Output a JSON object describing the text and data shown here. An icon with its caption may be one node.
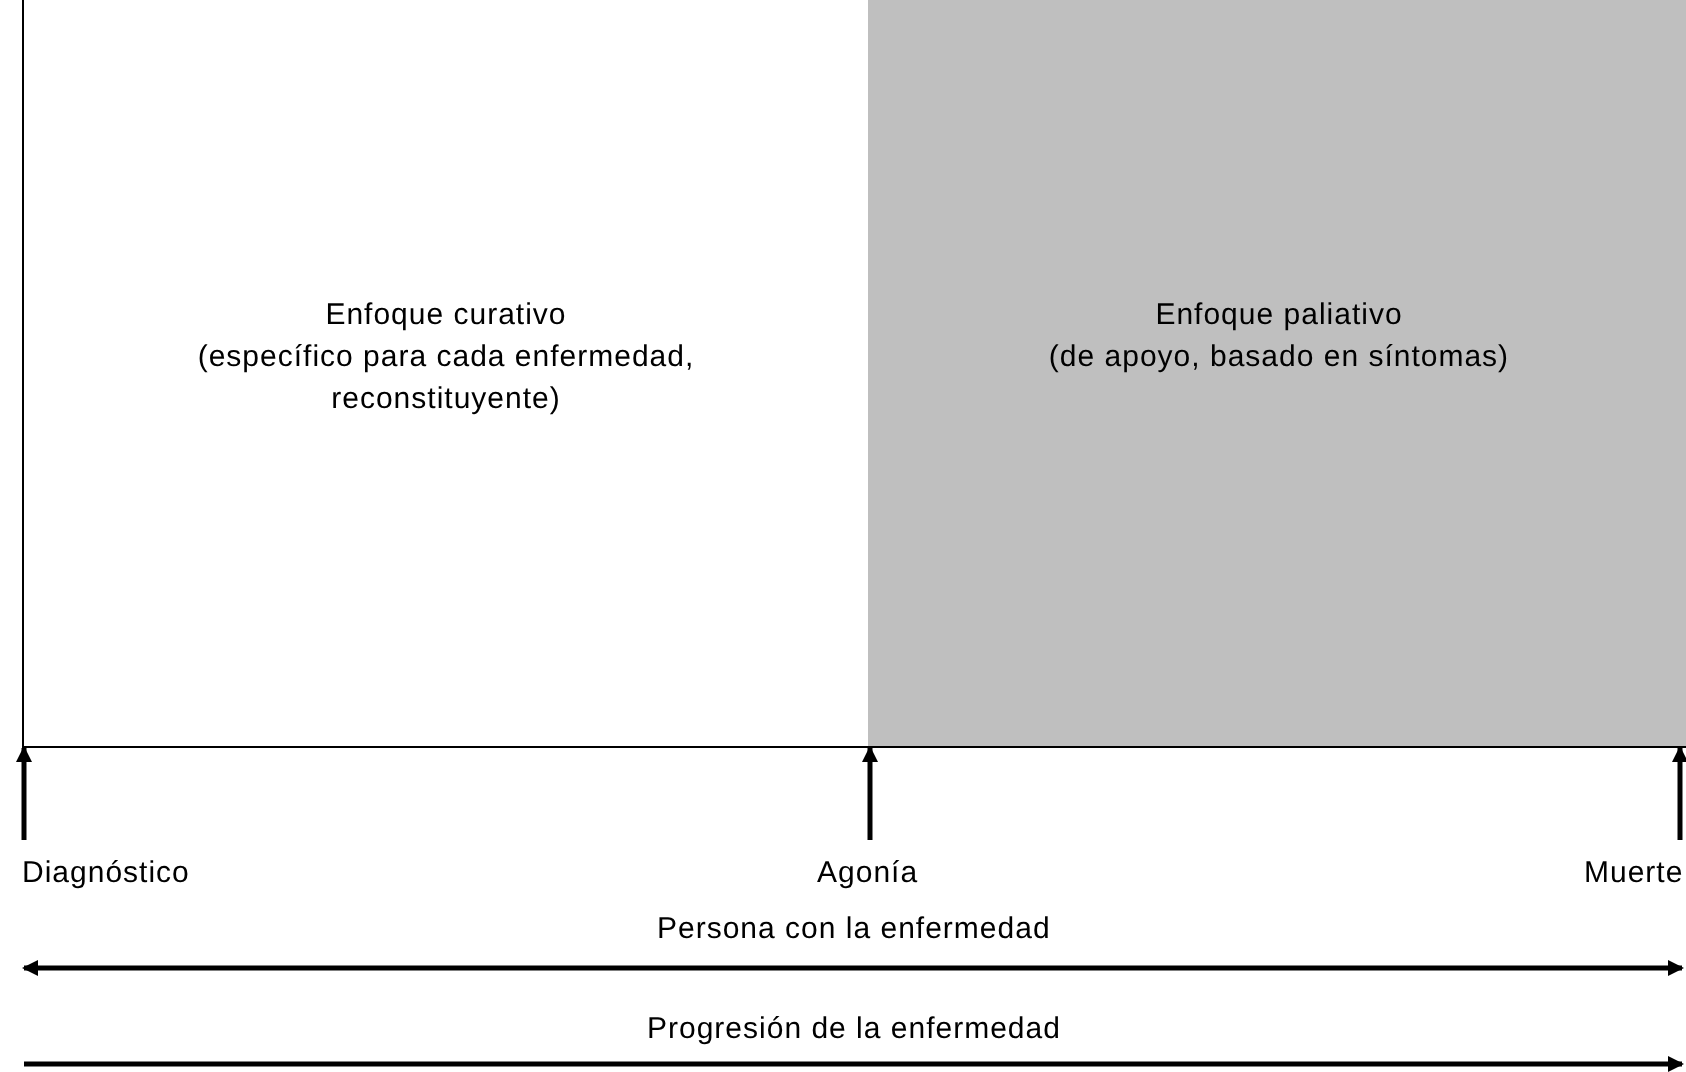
{
  "diagram": {
    "nodes": [
      {
        "text": [
          "Enfoque curativo",
          "(específico para cada enfermedad, reconstituyente)"
        ]
      },
      {
        "text": [
          "Enfoque paliativo",
          "(de apoyo, basado en síntomas)"
        ]
      },
      {
        "text": [
          "Diagnóstico"
        ]
      },
      {
        "text": [
          "Agonía"
        ]
      },
      {
        "text": [
          "Muerte"
        ]
      }
    ],
    "edges": [
      {
        "from": 2,
        "to": 0,
        "arrow": "to"
      },
      {
        "from": 3,
        "to": 1,
        "arrow": "to"
      },
      {
        "from": 4,
        "to": 1,
        "arrow": "to"
      }
    ],
    "labels": [
      "Persona con la enfermedad",
      "Progresión de la enfermedad"
    ]
  }
}
